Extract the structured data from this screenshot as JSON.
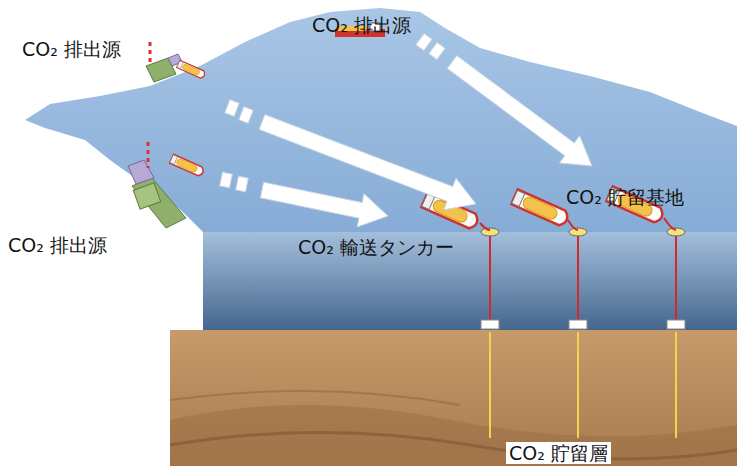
{
  "diagram": {
    "labels": [
      "CO₂ 排出源",
      "CO₂ 排出源",
      "CO₂ 排出源",
      "CO₂ 貯留基地",
      "CO₂ 輸送タンカー",
      "CO₂ 貯留層"
    ]
  }
}
